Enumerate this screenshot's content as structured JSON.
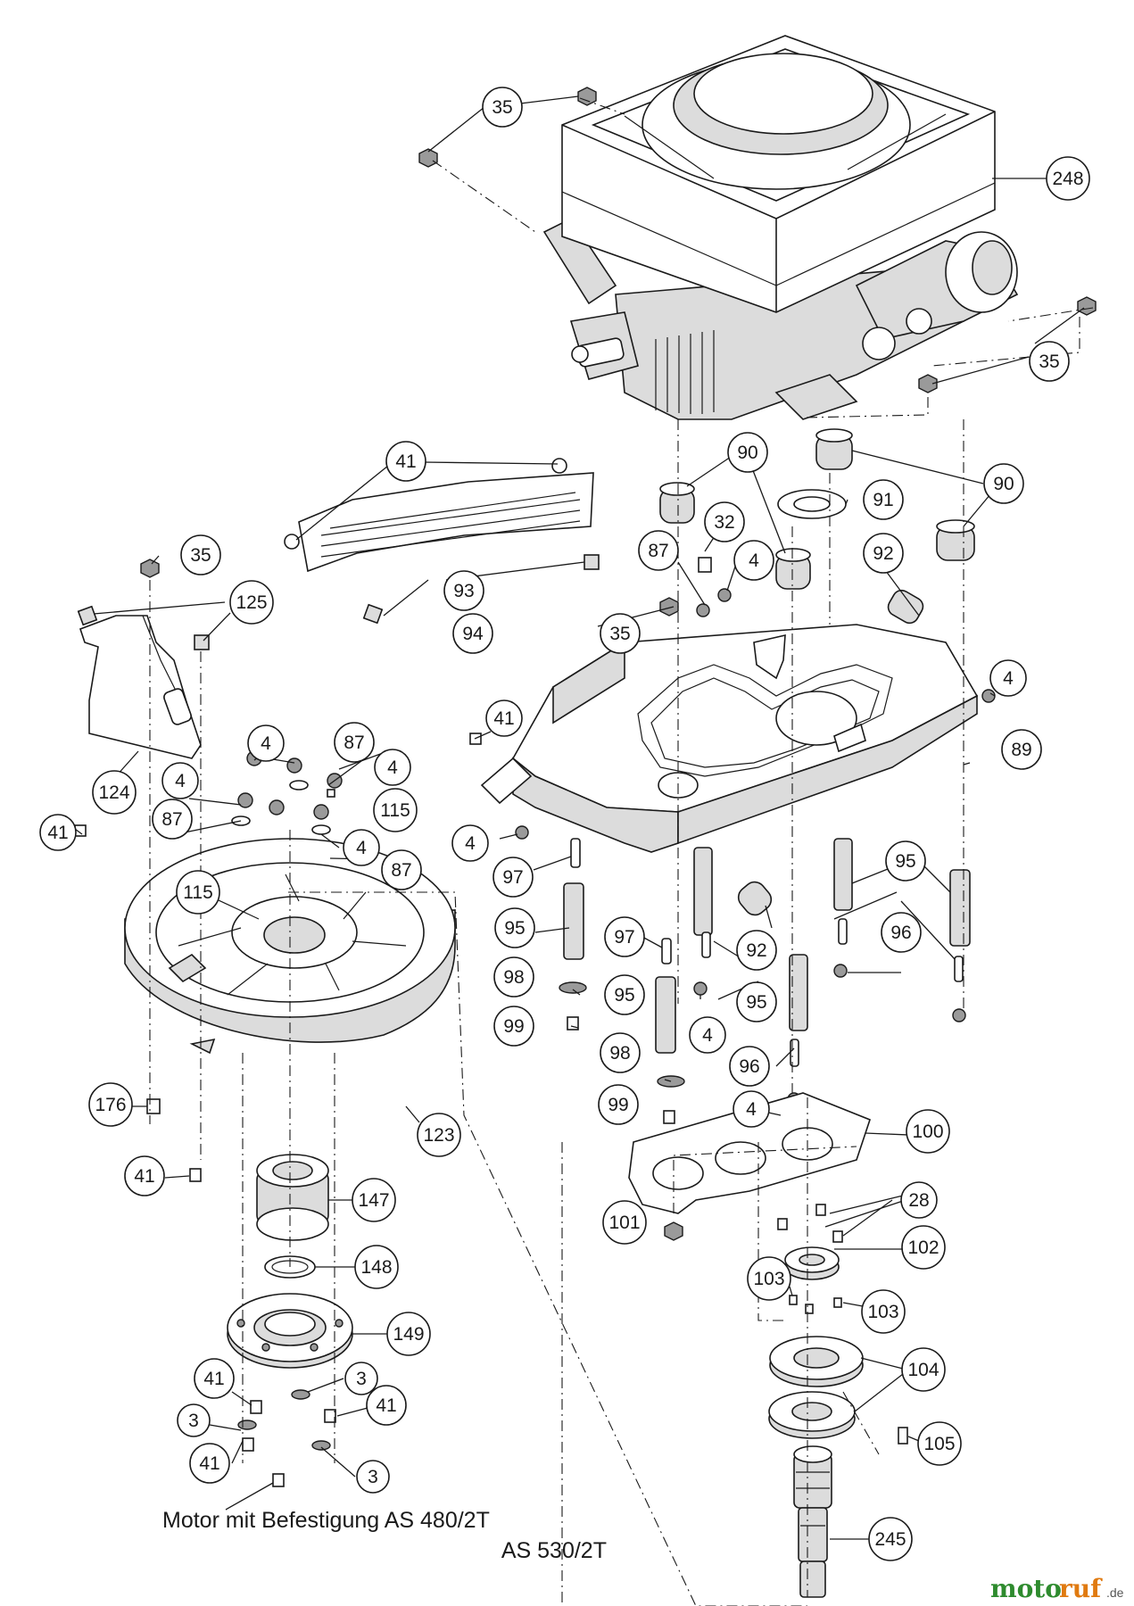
{
  "caption": {
    "line1": "Motor mit Befestigung AS 480/2T",
    "line2": "AS 530/2T"
  },
  "watermark": {
    "part1": "moto",
    "part2": "ruf",
    "suffix": ".de"
  },
  "colors": {
    "line": "#1a1a1a",
    "brand_green": "#2e8b2e",
    "brand_orange": "#e07a10"
  },
  "callouts": [
    {
      "label": "35"
    },
    {
      "label": "248"
    },
    {
      "label": "35"
    },
    {
      "label": "41"
    },
    {
      "label": "90"
    },
    {
      "label": "91"
    },
    {
      "label": "90"
    },
    {
      "label": "32"
    },
    {
      "label": "87"
    },
    {
      "label": "4"
    },
    {
      "label": "92"
    },
    {
      "label": "35"
    },
    {
      "label": "93"
    },
    {
      "label": "94"
    },
    {
      "label": "35"
    },
    {
      "label": "125"
    },
    {
      "label": "124"
    },
    {
      "label": "41"
    },
    {
      "label": "4"
    },
    {
      "label": "87"
    },
    {
      "label": "4"
    },
    {
      "label": "115"
    },
    {
      "label": "4"
    },
    {
      "label": "87"
    },
    {
      "label": "4"
    },
    {
      "label": "87"
    },
    {
      "label": "115"
    },
    {
      "label": "41"
    },
    {
      "label": "4"
    },
    {
      "label": "89"
    },
    {
      "label": "4"
    },
    {
      "label": "97"
    },
    {
      "label": "95"
    },
    {
      "label": "97"
    },
    {
      "label": "95"
    },
    {
      "label": "96"
    },
    {
      "label": "92"
    },
    {
      "label": "95"
    },
    {
      "label": "98"
    },
    {
      "label": "99"
    },
    {
      "label": "95"
    },
    {
      "label": "4"
    },
    {
      "label": "96"
    },
    {
      "label": "98"
    },
    {
      "label": "4"
    },
    {
      "label": "99"
    },
    {
      "label": "100"
    },
    {
      "label": "176"
    },
    {
      "label": "123"
    },
    {
      "label": "41"
    },
    {
      "label": "147"
    },
    {
      "label": "28"
    },
    {
      "label": "101"
    },
    {
      "label": "102"
    },
    {
      "label": "148"
    },
    {
      "label": "103"
    },
    {
      "label": "103"
    },
    {
      "label": "149"
    },
    {
      "label": "104"
    },
    {
      "label": "41"
    },
    {
      "label": "3"
    },
    {
      "label": "41"
    },
    {
      "label": "3"
    },
    {
      "label": "105"
    },
    {
      "label": "41"
    },
    {
      "label": "3"
    },
    {
      "label": "245"
    }
  ]
}
